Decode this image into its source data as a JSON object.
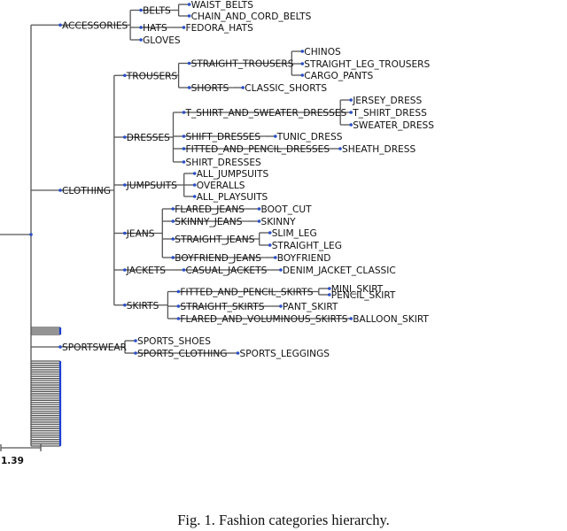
{
  "caption": "Fig. 1.  Fashion categories hierarchy.",
  "scale_label": "1.39",
  "colors": {
    "edge": "#555555",
    "node": "#2a4ec8",
    "leaf_bar": "#1a3fd0"
  },
  "tree": {
    "name": "",
    "children": [
      {
        "name": "ACCESSORIES",
        "children": [
          {
            "name": "BELTS",
            "children": [
              {
                "name": "WAIST_BELTS"
              },
              {
                "name": "CHAIN_AND_CORD_BELTS"
              }
            ]
          },
          {
            "name": "HATS",
            "children": [
              {
                "name": "FEDORA_HATS"
              }
            ]
          },
          {
            "name": "GLOVES"
          }
        ]
      },
      {
        "name": "CLOTHING",
        "children": [
          {
            "name": "TROUSERS",
            "children": [
              {
                "name": "STRAIGHT_TROUSERS",
                "children": [
                  {
                    "name": "CHINOS"
                  },
                  {
                    "name": "STRAIGHT_LEG_TROUSERS"
                  },
                  {
                    "name": "CARGO_PANTS"
                  }
                ]
              },
              {
                "name": "SHORTS",
                "children": [
                  {
                    "name": "CLASSIC_SHORTS"
                  }
                ]
              }
            ]
          },
          {
            "name": "DRESSES",
            "children": [
              {
                "name": "T_SHIRT_AND_SWEATER_DRESSES",
                "children": [
                  {
                    "name": "JERSEY_DRESS"
                  },
                  {
                    "name": "T_SHIRT_DRESS"
                  },
                  {
                    "name": "SWEATER_DRESS"
                  }
                ]
              },
              {
                "name": "SHIFT_DRESSES",
                "children": [
                  {
                    "name": "TUNIC_DRESS"
                  }
                ]
              },
              {
                "name": "FITTED_AND_PENCIL_DRESSES",
                "children": [
                  {
                    "name": "SHEATH_DRESS"
                  }
                ]
              },
              {
                "name": "SHIRT_DRESSES"
              }
            ]
          },
          {
            "name": "JUMPSUITS",
            "children": [
              {
                "name": "ALL_JUMPSUITS"
              },
              {
                "name": "OVERALLS"
              },
              {
                "name": "ALL_PLAYSUITS"
              }
            ]
          },
          {
            "name": "JEANS",
            "children": [
              {
                "name": "FLARED_JEANS",
                "children": [
                  {
                    "name": "BOOT_CUT"
                  }
                ]
              },
              {
                "name": "SKINNY_JEANS",
                "children": [
                  {
                    "name": "SKINNY"
                  }
                ]
              },
              {
                "name": "STRAIGHT_JEANS",
                "children": [
                  {
                    "name": "SLIM_LEG"
                  },
                  {
                    "name": "STRAIGHT_LEG"
                  }
                ]
              },
              {
                "name": "BOYFRIEND_JEANS",
                "children": [
                  {
                    "name": "BOYFRIEND"
                  }
                ]
              }
            ]
          },
          {
            "name": "JACKETS",
            "children": [
              {
                "name": "CASUAL_JACKETS",
                "children": [
                  {
                    "name": "DENIM_JACKET_CLASSIC"
                  }
                ]
              }
            ]
          },
          {
            "name": "SKIRTS",
            "children": [
              {
                "name": "FITTED_AND_PENCIL_SKIRTS",
                "children": [
                  {
                    "name": "MINI_SKIRT"
                  },
                  {
                    "name": "PENCIL_SKIRT"
                  }
                ]
              },
              {
                "name": "STRAIGHT_SKIRTS",
                "children": [
                  {
                    "name": "PANT_SKIRT"
                  }
                ]
              },
              {
                "name": "FLARED_AND_VOLUMINOUS_SKIRTS",
                "children": [
                  {
                    "name": "BALLOON_SKIRT"
                  }
                ]
              }
            ]
          }
        ]
      },
      {
        "name": "",
        "leaf_count": 5
      },
      {
        "name": "SPORTSWEAR",
        "children": [
          {
            "name": "SPORTS_SHOES"
          },
          {
            "name": "SPORTS_CLOTHING",
            "children": [
              {
                "name": "SPORTS_LEGGINGS"
              }
            ]
          }
        ]
      },
      {
        "name": "",
        "leaf_count": 40
      }
    ]
  }
}
